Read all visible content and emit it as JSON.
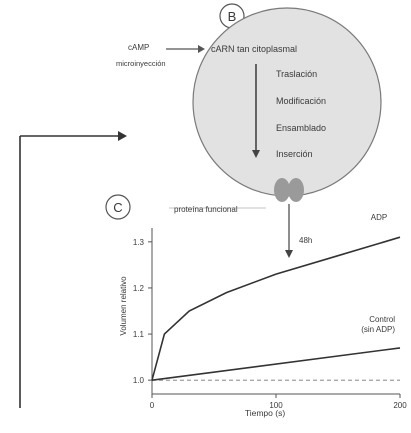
{
  "panel_b": {
    "label": "B",
    "inputs": {
      "line1": "cAMP",
      "line2": "microinyección"
    },
    "source": "cARN tan citoplasmal",
    "steps": [
      "Traslación",
      "Modificación",
      "Ensamblado",
      "Inserción"
    ],
    "product": "proteína funcional"
  },
  "panel_c": {
    "label": "C"
  },
  "chart_data": {
    "type": "line",
    "xlabel": "Tiempo (s)",
    "ylabel": "Volumen relativo",
    "xlim": [
      0,
      200
    ],
    "ylim": [
      0.97,
      1.33
    ],
    "xticks": [
      "0",
      "100",
      "200"
    ],
    "yticks": [
      "1.0",
      "1.1",
      "1.2",
      "1.3"
    ],
    "series": [
      {
        "name": "ADP",
        "x": [
          0,
          10,
          30,
          60,
          100,
          150,
          200
        ],
        "y": [
          1.0,
          1.1,
          1.15,
          1.19,
          1.23,
          1.27,
          1.31
        ]
      },
      {
        "name": "Control (sin ADP)",
        "x": [
          0,
          200
        ],
        "y": [
          1.0,
          1.07
        ]
      }
    ],
    "baseline": 1.0,
    "annotation": {
      "text": "48h",
      "x": 110,
      "target_series": "ADP"
    }
  }
}
